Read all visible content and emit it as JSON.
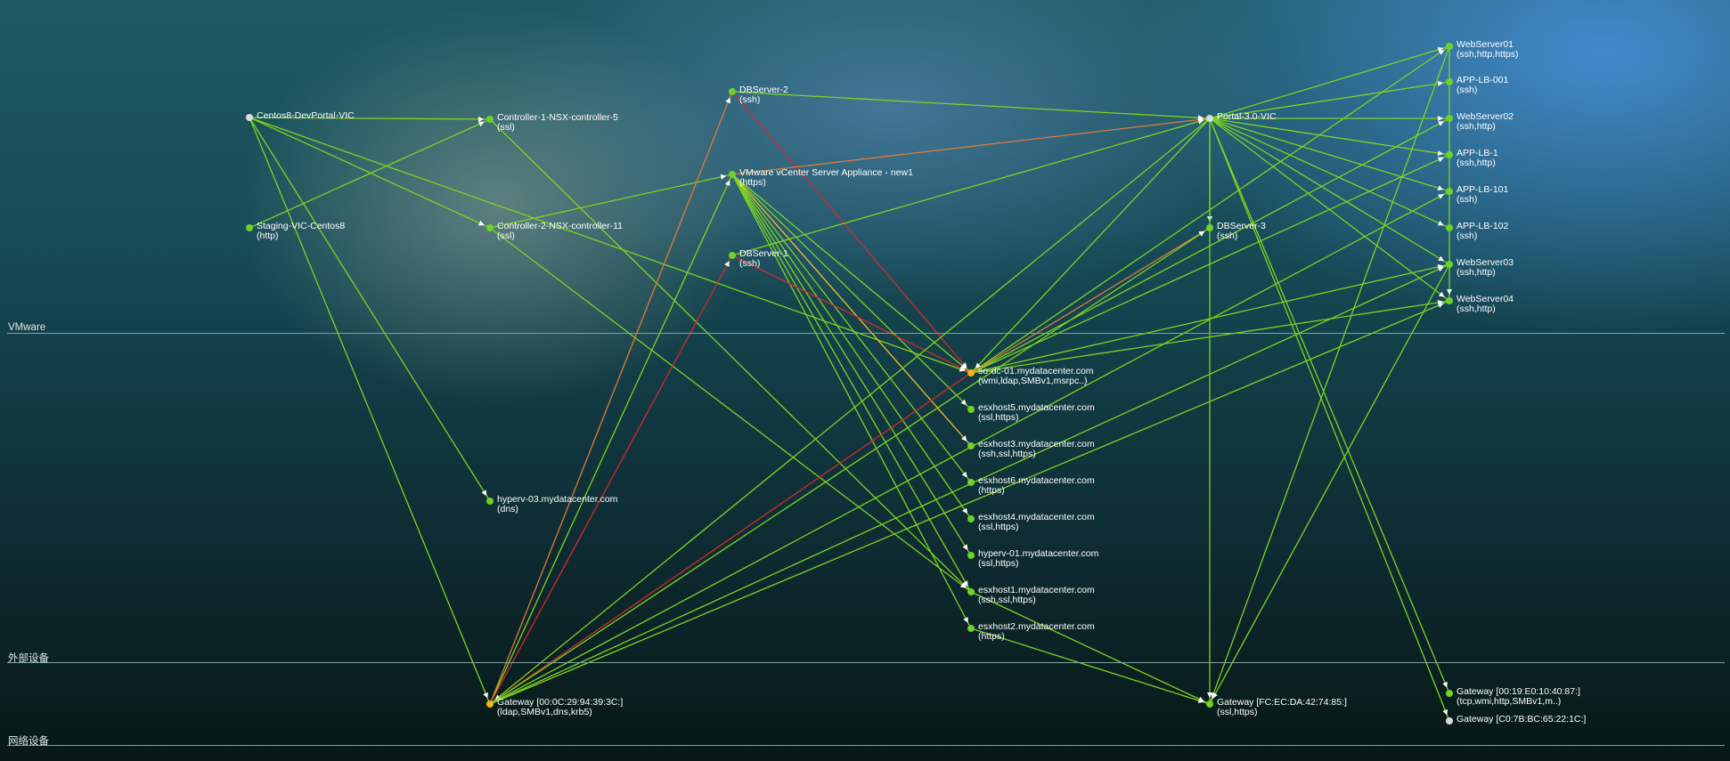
{
  "zones": [
    {
      "label": "VMware"
    },
    {
      "label": "外部设备"
    },
    {
      "label": "网络设备"
    }
  ],
  "colors": {
    "edge_normal": "#7ed321",
    "edge_warning": "#e07a3a",
    "edge_critical": "#d22a2a",
    "edge_caution": "#f2c12e",
    "node_ok": "#6fd12a",
    "node_unknown": "#d8dcdc",
    "node_warning": "#f2b51e",
    "label": "#ffffff"
  },
  "nodes": [
    {
      "id": "centos8",
      "name": "Centos8-DevPortal-VIC",
      "services": "",
      "status": "unknown"
    },
    {
      "id": "staging",
      "name": "Staging-VIC-Centos8",
      "services": "(http)",
      "status": "ok"
    },
    {
      "id": "ctrl1",
      "name": "Controller-1-NSX-controller-5",
      "services": "(ssl)",
      "status": "ok"
    },
    {
      "id": "ctrl2",
      "name": "Controller-2-NSX-controller-11",
      "services": "(ssl)",
      "status": "ok"
    },
    {
      "id": "hyperv03",
      "name": "hyperv-03.mydatacenter.com",
      "services": "(dns)",
      "status": "ok"
    },
    {
      "id": "dbserver2",
      "name": "DBServer-2",
      "services": "(ssh)",
      "status": "ok"
    },
    {
      "id": "vcenter",
      "name": "VMware vCenter Server Appliance - new1",
      "services": "(https)",
      "status": "ok"
    },
    {
      "id": "dbserver1",
      "name": "DBServer-1",
      "services": "(ssh)",
      "status": "ok"
    },
    {
      "id": "sodc01",
      "name": "so-dc-01.mydatacenter.com",
      "services": "(wmi,ldap,SMBv1,msrpc..)",
      "status": "warning"
    },
    {
      "id": "esx5",
      "name": "esxhost5.mydatacenter.com",
      "services": "(ssl,https)",
      "status": "ok"
    },
    {
      "id": "esx3",
      "name": "esxhost3.mydatacenter.com",
      "services": "(ssh,ssl,https)",
      "status": "ok"
    },
    {
      "id": "esx6",
      "name": "esxhost6.mydatacenter.com",
      "services": "(https)",
      "status": "ok"
    },
    {
      "id": "esx4",
      "name": "esxhost4.mydatacenter.com",
      "services": "(ssl,https)",
      "status": "ok"
    },
    {
      "id": "hyperv01",
      "name": "hyperv-01.mydatacenter.com",
      "services": "(ssl,https)",
      "status": "ok"
    },
    {
      "id": "esx1",
      "name": "esxhost1.mydatacenter.com",
      "services": "(ssh,ssl,https)",
      "status": "ok"
    },
    {
      "id": "esx2",
      "name": "esxhost2.mydatacenter.com",
      "services": "(https)",
      "status": "ok"
    },
    {
      "id": "portal",
      "name": "Portal-3.0-VIC",
      "services": "",
      "status": "unknown"
    },
    {
      "id": "dbserver3",
      "name": "DBServer-3",
      "services": "(ssh)",
      "status": "ok"
    },
    {
      "id": "web01",
      "name": "WebServer01",
      "services": "(ssh,http,https)",
      "status": "ok"
    },
    {
      "id": "applb001",
      "name": "APP-LB-001",
      "services": "(ssh)",
      "status": "ok"
    },
    {
      "id": "web02",
      "name": "WebServer02",
      "services": "(ssh,http)",
      "status": "ok"
    },
    {
      "id": "applb1",
      "name": "APP-LB-1",
      "services": "(ssh,http)",
      "status": "ok"
    },
    {
      "id": "applb101",
      "name": "APP-LB-101",
      "services": "(ssh)",
      "status": "ok"
    },
    {
      "id": "applb102",
      "name": "APP-LB-102",
      "services": "(ssh)",
      "status": "ok"
    },
    {
      "id": "web03",
      "name": "WebServer03",
      "services": "(ssh,http)",
      "status": "ok"
    },
    {
      "id": "web04",
      "name": "WebServer04",
      "services": "(ssh,http)",
      "status": "ok"
    },
    {
      "id": "gw1",
      "name": "Gateway [00:0C:29:94:39:3C:]",
      "services": "(ldap,SMBv1,dns,krb5)",
      "status": "warning"
    },
    {
      "id": "gw2",
      "name": "Gateway [FC:EC:DA:42:74:85:]",
      "services": "(ssl,https)",
      "status": "ok"
    },
    {
      "id": "gw3",
      "name": "Gateway [00:19:E0:10:40:87:]",
      "services": "(tcp,wmi,http,SMBv1,m..)",
      "status": "ok"
    },
    {
      "id": "gw4",
      "name": "Gateway [C0:7B:BC:65:22:1C:]",
      "services": "",
      "status": "unknown"
    }
  ],
  "edges": [
    [
      "centos8",
      "ctrl1",
      "normal"
    ],
    [
      "centos8",
      "ctrl2",
      "normal"
    ],
    [
      "centos8",
      "sodc01",
      "normal"
    ],
    [
      "centos8",
      "hyperv03",
      "normal"
    ],
    [
      "centos8",
      "gw1",
      "normal"
    ],
    [
      "staging",
      "ctrl1",
      "normal"
    ],
    [
      "ctrl1",
      "esx1",
      "normal"
    ],
    [
      "ctrl2",
      "vcenter",
      "normal"
    ],
    [
      "ctrl2",
      "esx1",
      "normal"
    ],
    [
      "dbserver2",
      "portal",
      "normal"
    ],
    [
      "dbserver2",
      "sodc01",
      "critical"
    ],
    [
      "gw1",
      "dbserver2",
      "warning"
    ],
    [
      "vcenter",
      "portal",
      "warning"
    ],
    [
      "vcenter",
      "esx5",
      "normal"
    ],
    [
      "vcenter",
      "esx3",
      "caution"
    ],
    [
      "vcenter",
      "esx6",
      "normal"
    ],
    [
      "vcenter",
      "esx4",
      "normal"
    ],
    [
      "vcenter",
      "hyperv01",
      "normal"
    ],
    [
      "vcenter",
      "esx1",
      "normal"
    ],
    [
      "vcenter",
      "esx2",
      "normal"
    ],
    [
      "vcenter",
      "sodc01",
      "normal"
    ],
    [
      "gw1",
      "vcenter",
      "normal"
    ],
    [
      "gw1",
      "dbserver1",
      "critical"
    ],
    [
      "dbserver1",
      "sodc01",
      "critical"
    ],
    [
      "dbserver1",
      "portal",
      "normal"
    ],
    [
      "portal",
      "web01",
      "normal"
    ],
    [
      "portal",
      "applb001",
      "normal"
    ],
    [
      "portal",
      "web02",
      "normal"
    ],
    [
      "portal",
      "applb1",
      "normal"
    ],
    [
      "portal",
      "applb101",
      "normal"
    ],
    [
      "portal",
      "applb102",
      "normal"
    ],
    [
      "portal",
      "web03",
      "normal"
    ],
    [
      "portal",
      "web04",
      "normal"
    ],
    [
      "portal",
      "dbserver3",
      "normal"
    ],
    [
      "portal",
      "gw2",
      "normal"
    ],
    [
      "portal",
      "gw3",
      "normal"
    ],
    [
      "portal",
      "gw4",
      "normal"
    ],
    [
      "portal",
      "sodc01",
      "normal"
    ],
    [
      "portal",
      "gw1",
      "normal"
    ],
    [
      "sodc01",
      "web01",
      "normal"
    ],
    [
      "sodc01",
      "web02",
      "normal"
    ],
    [
      "sodc01",
      "applb1",
      "normal"
    ],
    [
      "sodc01",
      "web03",
      "normal"
    ],
    [
      "sodc01",
      "web04",
      "normal"
    ],
    [
      "sodc01",
      "dbserver3",
      "warning"
    ],
    [
      "sodc01",
      "gw1",
      "critical"
    ],
    [
      "gw1",
      "web03",
      "normal"
    ],
    [
      "gw1",
      "web04",
      "normal"
    ],
    [
      "gw1",
      "applb101",
      "normal"
    ],
    [
      "gw1",
      "dbserver3",
      "normal"
    ],
    [
      "web01",
      "web04",
      "normal"
    ],
    [
      "web01",
      "gw2",
      "normal"
    ],
    [
      "esx2",
      "gw2",
      "normal"
    ],
    [
      "esx1",
      "gw2",
      "normal"
    ],
    [
      "web03",
      "gw2",
      "normal"
    ]
  ]
}
